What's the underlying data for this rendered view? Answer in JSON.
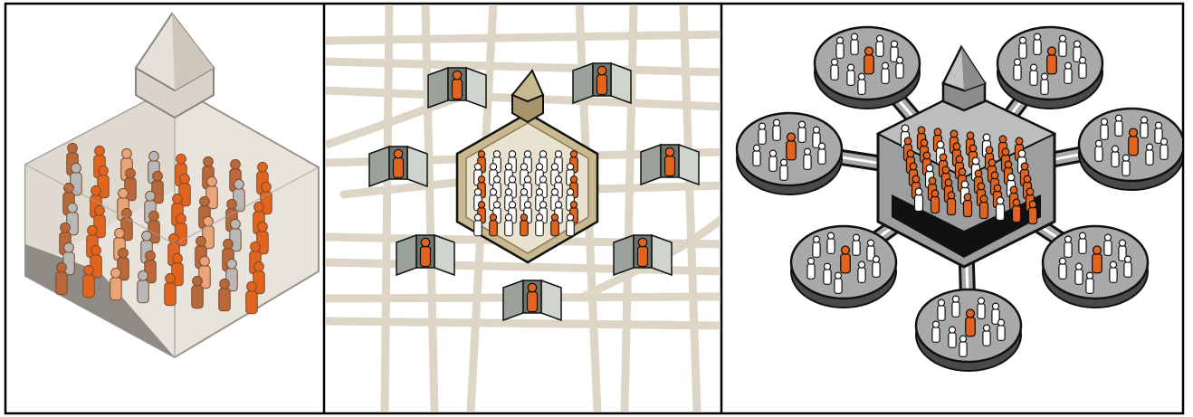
{
  "colors": {
    "accent_orange": "#e2641e",
    "dark_outline": "#111111",
    "church_fill": "#d9d4ca",
    "panel1_wall": "#e6e1d8",
    "panel1_floor": "#8f8a84",
    "street": "#ddd6c6",
    "hub_tan": "#c9b990",
    "hub_tan_dark": "#8b7a55",
    "booth_gray": "#9aa29b",
    "network_gray": "#a9a9a9",
    "network_dark": "#4a4a4a",
    "person_white": "#ffffff",
    "person_gray": "#b8b8b8",
    "person_lightorange": "#e9a57a",
    "person_brown": "#b8683a"
  },
  "panels": [
    {
      "name": "single-church-congregation",
      "icons": [
        "steeple-icon",
        "person-icon"
      ]
    },
    {
      "name": "hub-with-satellite-groups",
      "icons": [
        "steeple-icon",
        "person-icon",
        "booth-icon",
        "street-grid"
      ]
    },
    {
      "name": "hub-and-spoke-network",
      "icons": [
        "steeple-icon",
        "person-icon",
        "satellite-platform-icon",
        "bridge-icon"
      ]
    }
  ]
}
